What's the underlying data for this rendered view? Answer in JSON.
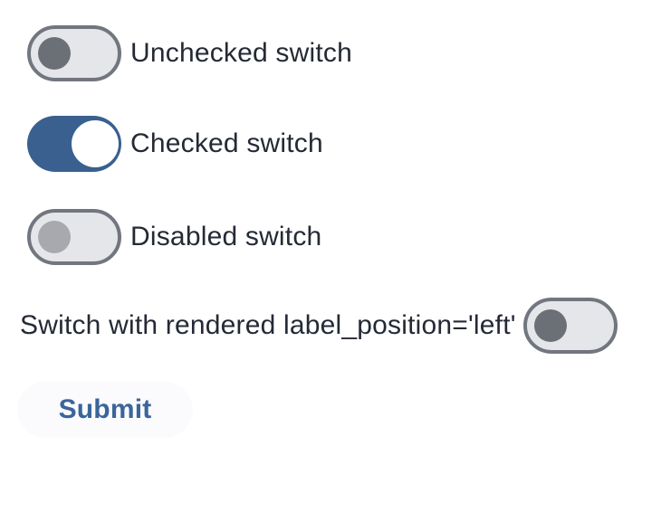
{
  "colors": {
    "page_bg": "#ffffff",
    "label_text": "#242a35",
    "track_unchecked_bg": "#e5e6ea",
    "track_border": "#72767e",
    "track_checked_bg": "#39608e",
    "thumb_unchecked": "#6b7077",
    "thumb_disabled": "#a7a9ae",
    "thumb_checked": "#ffffff",
    "submit_bg": "#fbfbfe",
    "submit_text": "#3a659b"
  },
  "switches": [
    {
      "label": "Unchecked switch",
      "checked": false,
      "disabled": false,
      "label_position": "right"
    },
    {
      "label": "Checked switch",
      "checked": true,
      "disabled": false,
      "label_position": "right"
    },
    {
      "label": "Disabled switch",
      "checked": false,
      "disabled": true,
      "label_position": "right"
    },
    {
      "label": "Switch with rendered label_position='left'",
      "checked": false,
      "disabled": false,
      "label_position": "left"
    }
  ],
  "submit_button": {
    "label": "Submit"
  }
}
